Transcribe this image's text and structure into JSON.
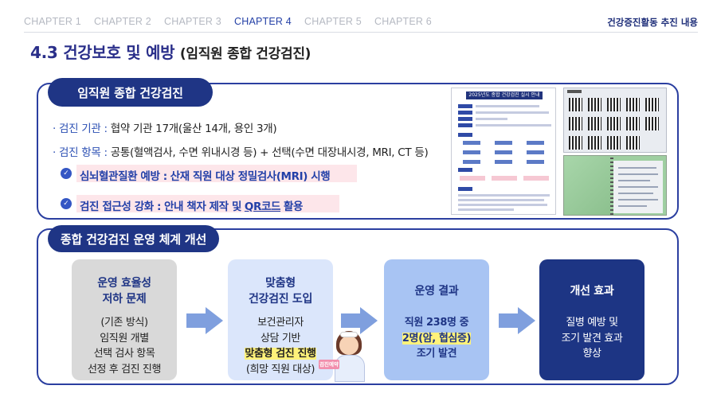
{
  "nav": {
    "tabs": [
      "CHAPTER 1",
      "CHAPTER 2",
      "CHAPTER 3",
      "CHAPTER 4",
      "CHAPTER 5",
      "CHAPTER 6"
    ],
    "active_index": 3,
    "right_label": "건강증진활동 추진 내용"
  },
  "page": {
    "title": "4.3 건강보호 및 예방",
    "subtitle": "(임직원 종합 건강검진)"
  },
  "section1": {
    "tab_label": "임직원 종합 건강검진",
    "line1": {
      "key": "검진 기관 :",
      "value": "협약 기관 17개(울산 14개, 용인 3개)"
    },
    "line2": {
      "key": "검진 항목 :",
      "value": "공통(혈액검사, 수면 위내시경 등) + 선택(수면 대장내시경, MRI, CT 등)"
    },
    "highlight1": {
      "head": "심뇌혈관질환 예방 :",
      "body": "산재 직원 대상 정밀검사(MRI) 시행"
    },
    "highlight2": {
      "head": "검진 접근성 강화 :",
      "body_pre": "안내 책자 제작 및",
      "body_link": "QR코드",
      "body_post": "활용"
    },
    "doc_title": "2025년도 종합 건강검진 실시 안내"
  },
  "section2": {
    "tab_label": "종합 건강검진 운영 체계 개선",
    "box1": {
      "title1": "운영 효율성",
      "title2": "저하 문제",
      "lines": [
        "(기존 방식)",
        "임직원 개별",
        "선택 검사 항목",
        "선정 후 검진 진행"
      ]
    },
    "box2": {
      "title1": "맞춤형",
      "title2": "건강검진 도입",
      "lines": [
        "보건관리자",
        "상담 기반"
      ],
      "highlight": "맞춤형 검진 진행",
      "last": "(희망 직원 대상)"
    },
    "box3": {
      "title": "운영 결과",
      "line1": "직원 238명 중",
      "highlight": "2명(암, 협심증)",
      "line3": "조기 발견"
    },
    "box4": {
      "title": "개선 효과",
      "lines": [
        "질병 예방 및",
        "조기 발견 효과",
        "향상"
      ]
    },
    "sign_label": "검진예약"
  }
}
